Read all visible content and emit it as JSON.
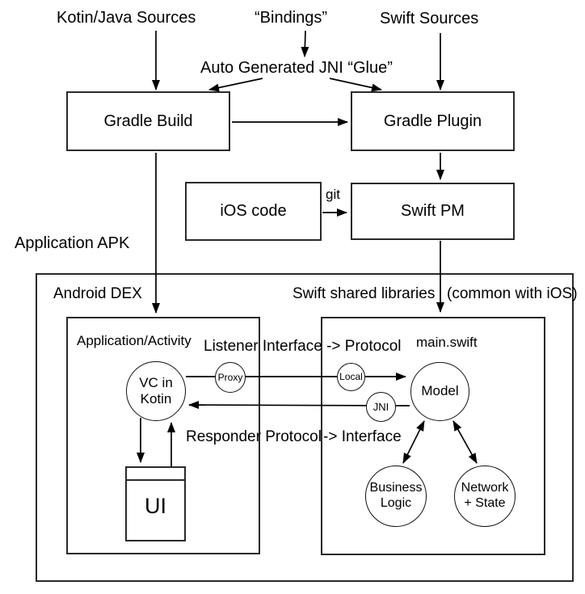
{
  "colors": {
    "line": "#000000",
    "box_border": "#2a2a2a",
    "background": "#ffffff",
    "text": "#000000"
  },
  "top": {
    "kotlin_java_sources": "Kotin/Java Sources",
    "bindings": "“Bindings”",
    "swift_sources": "Swift Sources",
    "jni_glue": "Auto Generated JNI “Glue”"
  },
  "build": {
    "gradle_build": "Gradle Build",
    "gradle_plugin": "Gradle Plugin",
    "ios_code": "iOS code",
    "git_label": "git",
    "swift_pm": "Swift PM",
    "application_apk": "Application APK"
  },
  "runtime": {
    "android_dex": "Android DEX",
    "swift_shared_libraries": "Swift shared libraries",
    "common_with_ios": "(common with iOS)",
    "application_activity": "Application/Activity",
    "listener_bridge": "Listener Interface -> Protocol",
    "responder_left": "Responder Protocol",
    "responder_right": "-> Interface",
    "main_swift": "main.swift",
    "ui": "UI",
    "nodes": {
      "vc_line1": "VC in",
      "vc_line2": "Kotin",
      "proxy": "Proxy",
      "local": "Local",
      "jni": "JNI",
      "model": "Model",
      "business_line1": "Business",
      "business_line2": "Logic",
      "network_line1": "Network",
      "network_line2": "+ State"
    }
  }
}
